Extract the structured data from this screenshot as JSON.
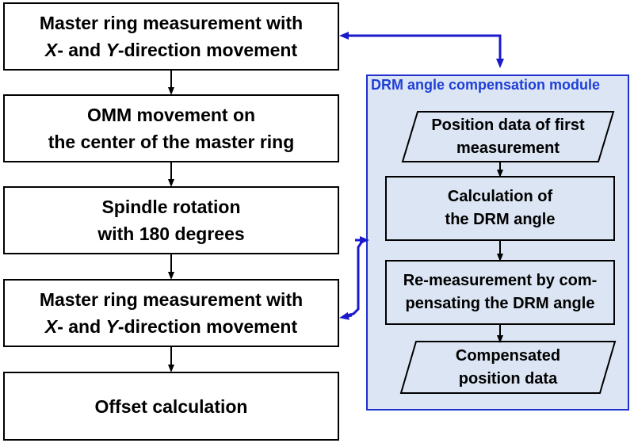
{
  "main_flow": [
    {
      "lines": [
        {
          "parts": [
            {
              "text": "Master ring measurement with",
              "italic": false
            }
          ]
        },
        {
          "parts": [
            {
              "text": "X",
              "italic": true
            },
            {
              "text": "- and ",
              "italic": false
            },
            {
              "text": "Y",
              "italic": true
            },
            {
              "text": "-direction movement",
              "italic": false
            }
          ]
        }
      ]
    },
    {
      "lines": [
        {
          "parts": [
            {
              "text": "OMM movement on",
              "italic": false
            }
          ]
        },
        {
          "parts": [
            {
              "text": "the center of the master ring",
              "italic": false
            }
          ]
        }
      ]
    },
    {
      "lines": [
        {
          "parts": [
            {
              "text": "Spindle rotation",
              "italic": false
            }
          ]
        },
        {
          "parts": [
            {
              "text": "with 180 degrees",
              "italic": false
            }
          ]
        }
      ]
    },
    {
      "lines": [
        {
          "parts": [
            {
              "text": "Master ring measurement with",
              "italic": false
            }
          ]
        },
        {
          "parts": [
            {
              "text": "X",
              "italic": true
            },
            {
              "text": "- and ",
              "italic": false
            },
            {
              "text": "Y",
              "italic": true
            },
            {
              "text": "-direction movement",
              "italic": false
            }
          ]
        }
      ]
    },
    {
      "lines": [
        {
          "parts": [
            {
              "text": "Offset calculation",
              "italic": false
            }
          ]
        }
      ]
    }
  ],
  "module": {
    "title": "DRM angle compensation module",
    "steps": [
      {
        "shape": "parallelogram",
        "lines": [
          "Position data of first",
          "measurement"
        ]
      },
      {
        "shape": "rectangle",
        "lines": [
          "Calculation of",
          "the DRM angle"
        ]
      },
      {
        "shape": "rectangle",
        "lines": [
          "Re-measurement by com-",
          "pensating the DRM angle"
        ]
      },
      {
        "shape": "parallelogram",
        "lines": [
          "Compensated",
          "position data"
        ]
      }
    ]
  },
  "colors": {
    "connector": "#1a1acc",
    "module_border": "#2030cc",
    "module_fill": "#dbe5f3",
    "module_title": "#1f3fd8",
    "flow_arrow": "#000000"
  }
}
